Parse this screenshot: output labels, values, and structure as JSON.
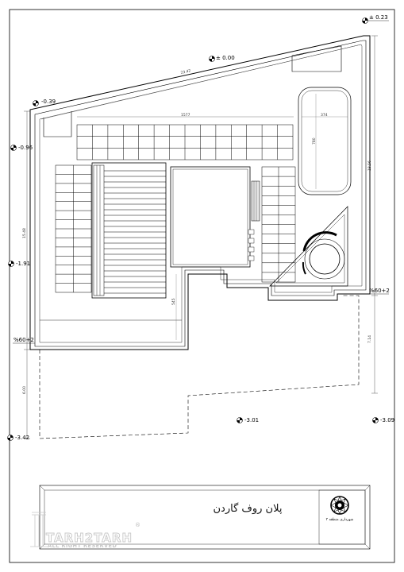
{
  "title": "پلان روف گاردن",
  "levels": {
    "top_right": "± 0.23",
    "top_center": "± 0.00",
    "upper_left": "-0.39",
    "left_upper": "-0.96",
    "left_mid": "-1.91",
    "bottom_left": "-3.42",
    "bottom_center": "-3.01",
    "bottom_right": "-3.09"
  },
  "slopes": {
    "right": "%60+2",
    "left": "%60+2"
  },
  "dimensions": {
    "top_edge": "23.42",
    "bench_length": "1577",
    "pool_width": "374",
    "pool_height": "780",
    "right_upper": "18.56",
    "left_upper": "15.48",
    "step": "545",
    "right_lower": "7.14",
    "left_lower": "6.00"
  },
  "logo_caption": "شهرداری منطقه ۳",
  "watermark": {
    "brand": "TARH2TARH",
    "registered": "®",
    "rights": "ALL RIGHT RESERVED"
  }
}
